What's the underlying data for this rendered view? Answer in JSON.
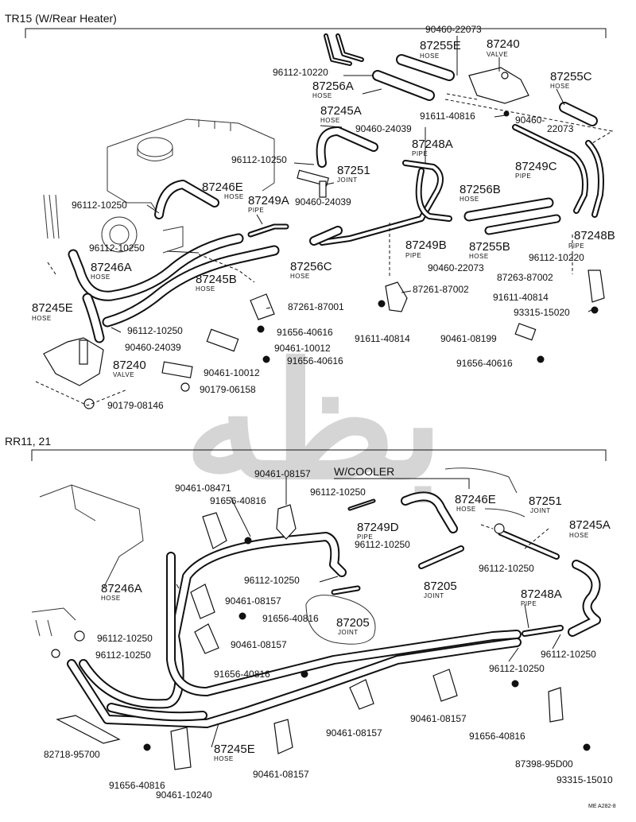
{
  "sections": {
    "top": {
      "title": "TR15 (W/Rear Heater)",
      "labels": [
        {
          "id": "a1",
          "text": "90460-22073"
        },
        {
          "id": "a2",
          "text": "87240",
          "sub": "VALVE"
        },
        {
          "id": "a3",
          "text": "87255E",
          "sub": "HOSE"
        },
        {
          "id": "a4",
          "text": "96112-10220"
        },
        {
          "id": "a5",
          "text": "87256A",
          "sub": "HOSE"
        },
        {
          "id": "a6",
          "text": "87255C",
          "sub": "HOSE"
        },
        {
          "id": "a7",
          "text": "91611-40816"
        },
        {
          "id": "a8",
          "text": "90460-",
          "line2": "22073"
        },
        {
          "id": "a9",
          "text": "87245A",
          "sub": "HOSE"
        },
        {
          "id": "a10",
          "text": "90460-24039"
        },
        {
          "id": "a11",
          "text": "87248A",
          "sub": "PIPE"
        },
        {
          "id": "a12",
          "text": "96112-10250"
        },
        {
          "id": "a13",
          "text": "87251",
          "sub": "JOINT"
        },
        {
          "id": "a14",
          "text": "87249C",
          "sub": "PIPE"
        },
        {
          "id": "a15",
          "text": "87246E",
          "sub": "HOSE"
        },
        {
          "id": "a16",
          "text": "96112-10250"
        },
        {
          "id": "a17",
          "text": "87249A",
          "sub": "PIPE"
        },
        {
          "id": "a18",
          "text": "90460-24039"
        },
        {
          "id": "a19",
          "text": "87256B",
          "sub": "HOSE"
        },
        {
          "id": "a20",
          "text": "96112-10250"
        },
        {
          "id": "a21",
          "text": "87246A",
          "sub": "HOSE"
        },
        {
          "id": "a22",
          "text": "87256C",
          "sub": "HOSE"
        },
        {
          "id": "a23",
          "text": "87249B",
          "sub": "PIPE"
        },
        {
          "id": "a24",
          "text": "87255B",
          "sub": "HOSE"
        },
        {
          "id": "a25",
          "text": "87248B",
          "sub": "PIPE"
        },
        {
          "id": "a26",
          "text": "96112-10220"
        },
        {
          "id": "a27",
          "text": "90460-22073"
        },
        {
          "id": "a28",
          "text": "87245B",
          "sub": "HOSE"
        },
        {
          "id": "a29",
          "text": "87263-87002"
        },
        {
          "id": "a30",
          "text": "87261-87002"
        },
        {
          "id": "a31",
          "text": "91611-40814"
        },
        {
          "id": "a32",
          "text": "87245E",
          "sub": "HOSE"
        },
        {
          "id": "a33",
          "text": "87261-87001"
        },
        {
          "id": "a34",
          "text": "93315-15020"
        },
        {
          "id": "a35",
          "text": "96112-10250"
        },
        {
          "id": "a36",
          "text": "91656-40616"
        },
        {
          "id": "a37",
          "text": "91611-40814"
        },
        {
          "id": "a38",
          "text": "90461-08199"
        },
        {
          "id": "a39",
          "text": "90460-24039"
        },
        {
          "id": "a40",
          "text": "90461-10012"
        },
        {
          "id": "a41",
          "text": "87240",
          "sub": "VALVE"
        },
        {
          "id": "a42",
          "text": "91656-40616"
        },
        {
          "id": "a43",
          "text": "91656-40616"
        },
        {
          "id": "a44",
          "text": "90461-10012"
        },
        {
          "id": "a45",
          "text": "90179-06158"
        },
        {
          "id": "a46",
          "text": "90179-08146"
        }
      ]
    },
    "bottom": {
      "title": "RR11, 21",
      "labels": [
        {
          "id": "b1",
          "text": "90461-08157"
        },
        {
          "id": "b2",
          "text": "W/COOLER"
        },
        {
          "id": "b3",
          "text": "90461-08471"
        },
        {
          "id": "b4",
          "text": "91656-40816"
        },
        {
          "id": "b5",
          "text": "96112-10250"
        },
        {
          "id": "b6",
          "text": "87246E",
          "sub": "HOSE"
        },
        {
          "id": "b7",
          "text": "87251",
          "sub": "JOINT"
        },
        {
          "id": "b8",
          "text": "87249D",
          "sub": "PIPE"
        },
        {
          "id": "b9",
          "text": "87245A",
          "sub": "HOSE"
        },
        {
          "id": "b10",
          "text": "96112-10250"
        },
        {
          "id": "b11",
          "text": "87246A",
          "sub": "HOSE"
        },
        {
          "id": "b12",
          "text": "96112-10250"
        },
        {
          "id": "b13",
          "text": "96112-10250"
        },
        {
          "id": "b14",
          "text": "87205",
          "sub": "JOINT"
        },
        {
          "id": "b15",
          "text": "90461-08157"
        },
        {
          "id": "b16",
          "text": "87248A",
          "sub": "PIPE"
        },
        {
          "id": "b17",
          "text": "91656-40816"
        },
        {
          "id": "b18",
          "text": "87205",
          "sub": "JOINT"
        },
        {
          "id": "b19",
          "text": "96112-10250"
        },
        {
          "id": "b20",
          "text": "96112-10250"
        },
        {
          "id": "b21",
          "text": "90461-08157"
        },
        {
          "id": "b22",
          "text": "96112-10250"
        },
        {
          "id": "b23",
          "text": "96112-10250"
        },
        {
          "id": "b24",
          "text": "91656-40816"
        },
        {
          "id": "b25",
          "text": "90461-08157"
        },
        {
          "id": "b26",
          "text": "90461-08157"
        },
        {
          "id": "b27",
          "text": "91656-40816"
        },
        {
          "id": "b28",
          "text": "87245E",
          "sub": "HOSE"
        },
        {
          "id": "b29",
          "text": "82718-95700"
        },
        {
          "id": "b30",
          "text": "90461-08157"
        },
        {
          "id": "b31",
          "text": "87398-95D00"
        },
        {
          "id": "b32",
          "text": "91656-40816"
        },
        {
          "id": "b33",
          "text": "93315-15010"
        },
        {
          "id": "b34",
          "text": "90461-10240"
        }
      ]
    }
  },
  "footer_code": "ME A282-8",
  "watermark": "بظه",
  "colors": {
    "ink": "#111111",
    "watermark": "#d5d5d5",
    "background": "#ffffff"
  }
}
